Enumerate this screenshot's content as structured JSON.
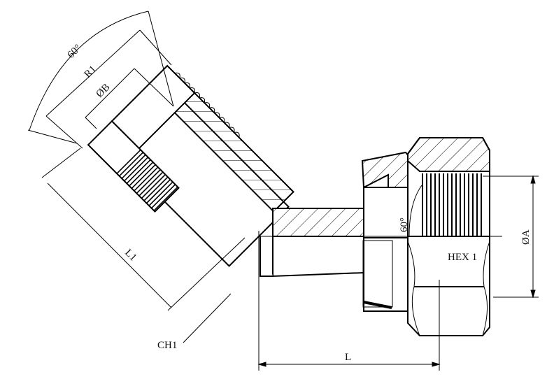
{
  "drawing": {
    "title": "45° elbow swivel fitting",
    "labels": {
      "angle_top": "60°",
      "r1": "R1",
      "dia_b": "ØB",
      "l1": "L1",
      "ch1": "CH1",
      "l": "L",
      "angle_seat": "60°",
      "hex1": "HEX 1",
      "dia_a": "ØA"
    }
  }
}
